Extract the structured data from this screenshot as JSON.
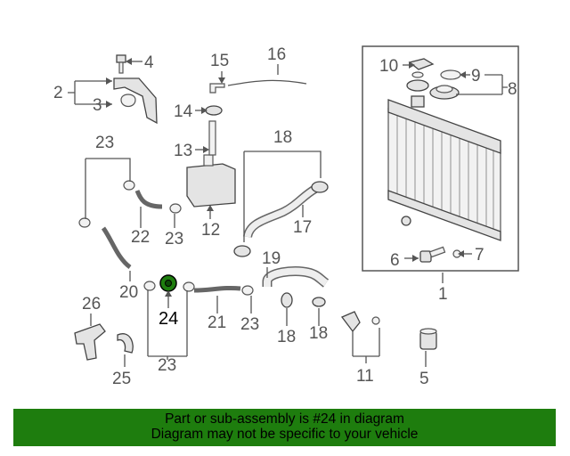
{
  "diagram": {
    "highlighted_part": "24",
    "highlight_color": "#1e7d0e",
    "banner_color": "#1e7d0e",
    "callouts": {
      "c1": "1",
      "c2": "2",
      "c3": "3",
      "c4": "4",
      "c5": "5",
      "c6": "6",
      "c7": "7",
      "c8": "8",
      "c9": "9",
      "c10": "10",
      "c11": "11",
      "c12": "12",
      "c13": "13",
      "c14": "14",
      "c15": "15",
      "c16": "16",
      "c17": "17",
      "c18a": "18",
      "c18b": "18",
      "c18c": "18",
      "c19": "19",
      "c20": "20",
      "c21": "21",
      "c22": "22",
      "c23a": "23",
      "c23b": "23",
      "c23c": "23",
      "c23d": "23",
      "c24": "24",
      "c25": "25",
      "c26": "26"
    }
  },
  "banner": {
    "line1": "Part or sub-assembly is #24 in diagram",
    "line2": "Diagram may not be specific to your vehicle"
  }
}
